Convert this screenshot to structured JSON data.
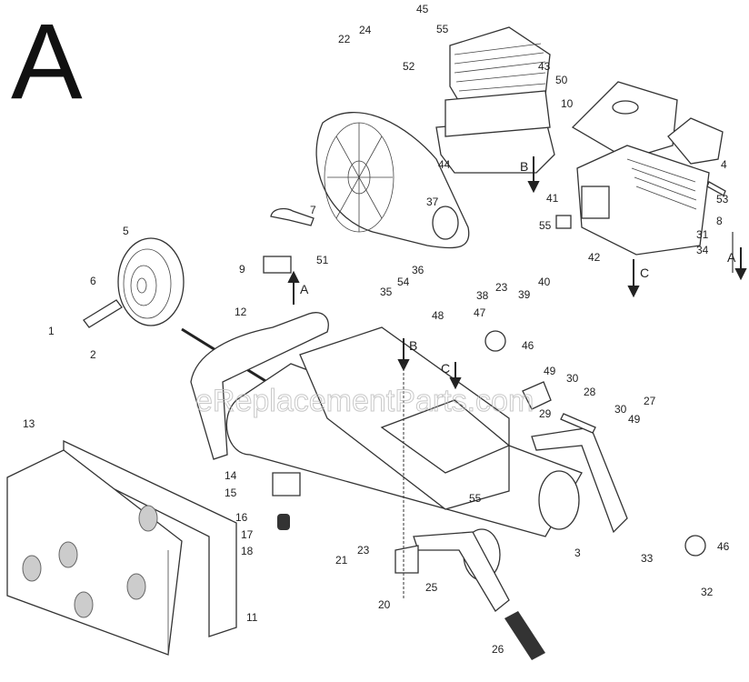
{
  "diagram": {
    "section_letter": "A",
    "watermark": "eReplacementParts.com",
    "callouts": [
      "45",
      "55",
      "22",
      "24",
      "52",
      "43",
      "50",
      "10",
      "4",
      "53",
      "8",
      "44",
      "7",
      "37",
      "41",
      "55",
      "31",
      "34",
      "42",
      "5",
      "51",
      "9",
      "36",
      "35",
      "54",
      "38",
      "23",
      "39",
      "40",
      "6",
      "1",
      "2",
      "12",
      "48",
      "47",
      "46",
      "49",
      "30",
      "28",
      "30",
      "49",
      "27",
      "29",
      "13",
      "14",
      "15",
      "55",
      "16",
      "17",
      "18",
      "21",
      "23",
      "3",
      "33",
      "46",
      "32",
      "25",
      "20",
      "11",
      "26"
    ],
    "arrow_labels": [
      "B",
      "C",
      "A",
      "A",
      "B",
      "C"
    ]
  }
}
